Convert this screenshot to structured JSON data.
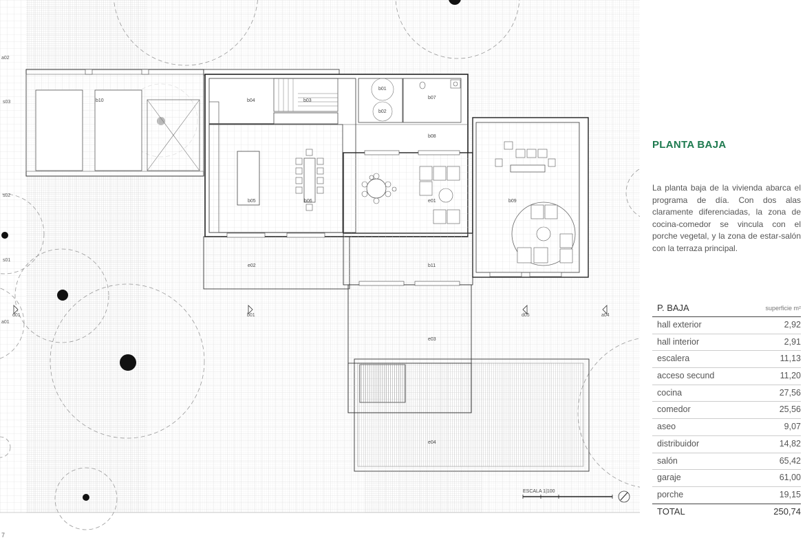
{
  "panel": {
    "title": "PLANTA BAJA",
    "description": "La planta baja de la vivienda abarca el programa de día. Con dos alas claramente diferenciadas, la zona de cocina-comedor se vincula con el porche vegetal, y la zona de estar-salón con la terraza principal.",
    "table": {
      "header_name": "P. BAJA",
      "header_unit": "superficie m²",
      "rows": [
        {
          "name": "hall exterior",
          "value": "2,92"
        },
        {
          "name": "hall interior",
          "value": "2,91"
        },
        {
          "name": "escalera",
          "value": "11,13"
        },
        {
          "name": "acceso secund",
          "value": "11,20"
        },
        {
          "name": "cocina",
          "value": "27,56"
        },
        {
          "name": "comedor",
          "value": "25,56"
        },
        {
          "name": "aseo",
          "value": "9,07"
        },
        {
          "name": "distribuidor",
          "value": "14,82"
        },
        {
          "name": "salón",
          "value": "65,42"
        },
        {
          "name": "garaje",
          "value": "61,00"
        },
        {
          "name": "porche",
          "value": "19,15"
        }
      ],
      "total_name": "TOTAL",
      "total_value": "250,74"
    }
  },
  "plan": {
    "rooms": {
      "b01": "b01",
      "b02": "b02",
      "b03": "b03",
      "b04": "b04",
      "b05": "b05",
      "b06": "b06",
      "b07": "b07",
      "b08": "b08",
      "b09": "b09",
      "b10": "b10",
      "b11": "b11",
      "e01": "e01",
      "e02": "e02",
      "e03": "e03",
      "e04": "e04"
    },
    "section_marks": {
      "a02": "a02",
      "s03": "s03",
      "s02": "s02",
      "s01": "s01",
      "a01": "a01",
      "d01": "d01",
      "b01": "b01",
      "d05": "d05",
      "a04": "a04"
    },
    "scale_label": "ESCALA 1|100"
  },
  "page_number": "7",
  "colors": {
    "accent": "#1e7a4f",
    "line": "#333333",
    "grid": "#d8d8d8"
  }
}
